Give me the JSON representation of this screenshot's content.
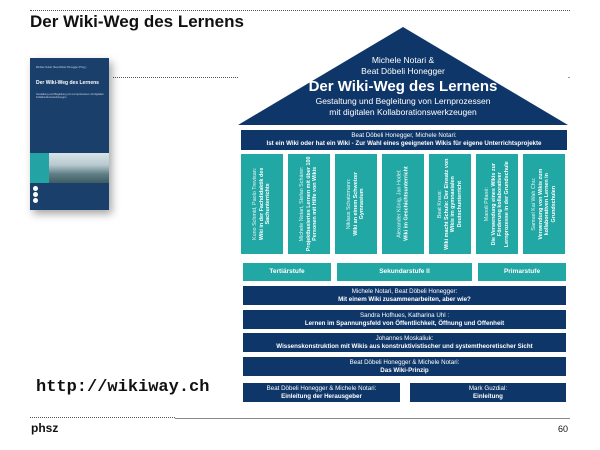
{
  "slide": {
    "title": "Der Wiki-Weg des Lernens",
    "url": "http://wikiway.ch",
    "footer_left": "phsz",
    "page_number": "60"
  },
  "book_cover": {
    "authors": "Michele Notari, Beat Döbeli Honegger (Hrsg.)",
    "title": "Der Wiki-Weg des Lernens",
    "subtitle": "Gestaltung und Begleitung von Lernprozessen mit digitalen Kollaborationswerkzeugen"
  },
  "colors": {
    "navy": "#0f3668",
    "teal": "#21a7a4",
    "book_blue": "#1a3f6a"
  },
  "house": {
    "roof": {
      "authors_line1": "Michele Notari &",
      "authors_line2": "Beat Döbeli Honegger",
      "title": "Der Wiki-Weg des Lernens",
      "subtitle_line1": "Gestaltung und Begleitung von Lernprozessen",
      "subtitle_line2": "mit digitalen Kollaborationswerkzeugen"
    },
    "top_beam": {
      "authors": "Beat Döbeli Honegger, Michele Notari:",
      "title": "Ist ein Wiki oder hat ein Wiki - Zur Wahl eines geeigneten Wikis für eigene Unterrichtsprojekte"
    },
    "columns": [
      {
        "authors": "Kuno Schmid, Paolo Trevisan:",
        "title": "Wiki in der Fachdidaktik des Sachunterrichts"
      },
      {
        "authors": "Michele Notari, Stefan Schärer:",
        "title": "Projektbasiertes Lernen mit über 100 Personen mit Hilfe von Wikis"
      },
      {
        "authors": "Niklaus Schatzmann:",
        "title": "Wiki an einem Schweizer Gymnasium"
      },
      {
        "authors": "Alexander König, Jan Hodel:",
        "title": "Wiki im Geschichtsunterricht"
      },
      {
        "authors": "Beat Kraus:",
        "title": "Wiki macht Schule: Der Einsatz von Wikis im gymnasialen Deutschunterricht"
      },
      {
        "authors": "Manoli Pifané:",
        "title": "Die Verwendung eines Wikis zur Förderung kollaborativer Lernprozesse in der Grundschule"
      },
      {
        "authors": "Samuel Kai Wah Chu:",
        "title": "Verwendung von Wikis zum kollaborativen Lernen in Grundschulen"
      }
    ],
    "levels": {
      "tertiary": "Tertiärstufe",
      "secondary": "Sekundarstufe II",
      "primary": "Primarstufe"
    },
    "floors": [
      {
        "authors": "Michele Notari, Beat Döbeli Honegger:",
        "title": "Mit einem Wiki zusammenarbeiten, aber wie?"
      },
      {
        "authors": "Sandra Hofhues, Katharina Uhl :",
        "title": "Lernen im Spannungsfeld von Öffentlichkeit, Öffnung und Offenheit"
      },
      {
        "authors": "Johannes Moskaliuk:",
        "title": "Wissenskonstruktion mit Wikis aus konstruktivistischer und systemtheoretischer Sicht"
      },
      {
        "authors": "Beat Döbeli Honegger & Michele Notari:",
        "title": "Das Wiki-Prinzip"
      }
    ],
    "foundation": [
      {
        "authors": "Beat Döbeli Honegger & Michele Notari:",
        "title": "Einleitung der Herausgeber"
      },
      {
        "authors": "Mark Guzdial:",
        "title": "Einleitung"
      }
    ]
  }
}
